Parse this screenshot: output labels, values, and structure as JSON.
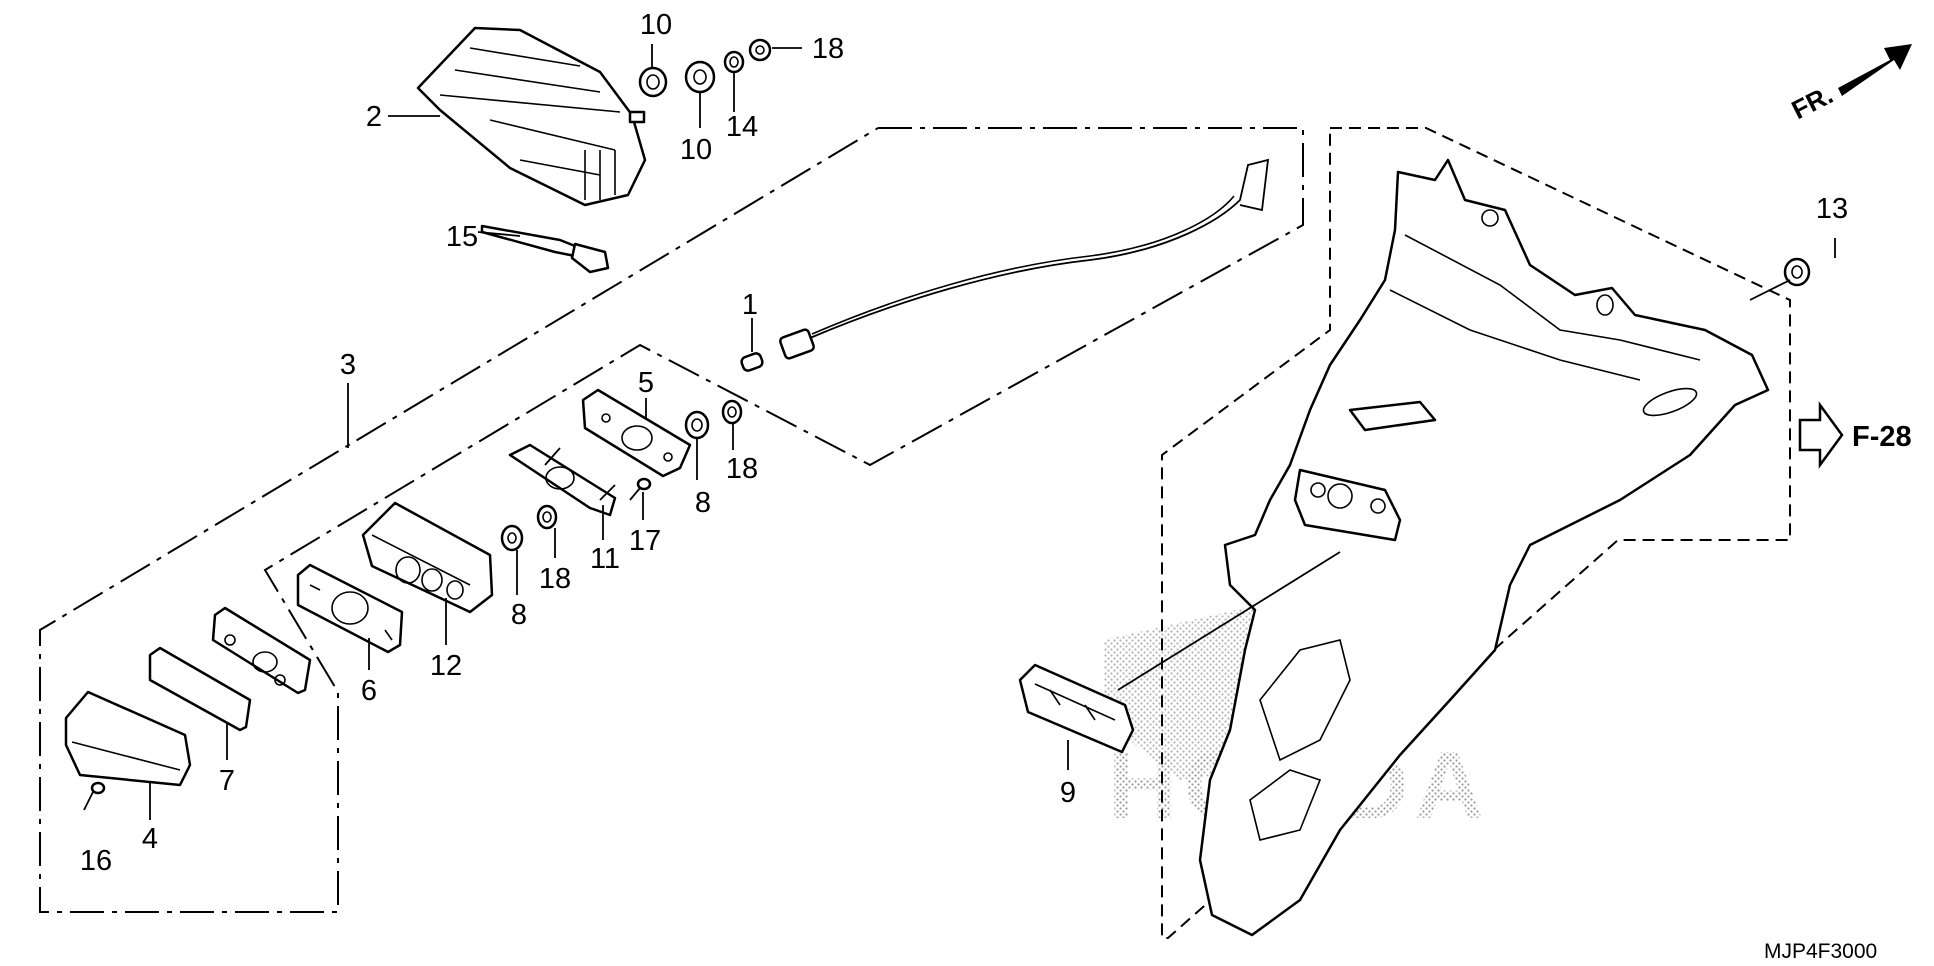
{
  "diagram": {
    "callouts": {
      "c1": "1",
      "c2": "2",
      "c3": "3",
      "c4": "4",
      "c5": "5",
      "c6": "6",
      "c7": "7",
      "c8a": "8",
      "c8b": "8",
      "c9": "9",
      "c10a": "10",
      "c10b": "10",
      "c11": "11",
      "c12": "12",
      "c13": "13",
      "c14": "14",
      "c15": "15",
      "c16": "16",
      "c17": "17",
      "c18a": "18",
      "c18b": "18",
      "c18c": "18"
    },
    "front_indicator": "FR.",
    "section_ref": "F-28",
    "diagram_code": "MJP4F3000",
    "watermark": "HONDA",
    "colors": {
      "line": "#000000",
      "background": "#ffffff",
      "watermark_dots": "#9a9a9a"
    }
  }
}
